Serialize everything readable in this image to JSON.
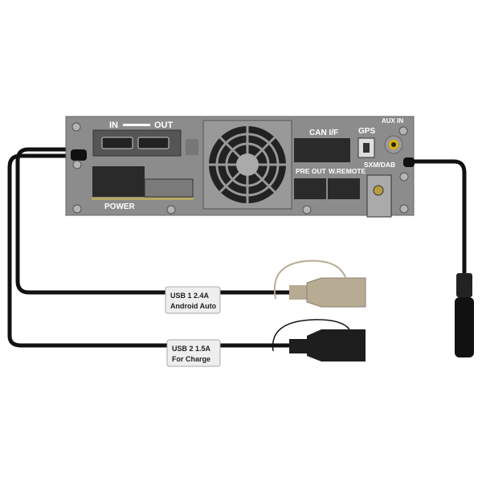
{
  "panel": {
    "hdmi_in": "IN",
    "hdmi_out": "OUT",
    "power": "POWER",
    "can": "CAN I/F",
    "gps": "GPS",
    "aux": "AUX IN",
    "sxm": "SXM/DAB",
    "pre_out": "PRE OUT",
    "remote": "W.REMOTE"
  },
  "usb1": {
    "line1": "USB 1    2.4A",
    "line2": "Android Auto",
    "color": "#b8ab93"
  },
  "usb2": {
    "line1": "USB 2  1.5A",
    "line2": "For  Charge",
    "color": "#1e1e1e"
  },
  "colors": {
    "panel": "#8c8c8c",
    "cable": "#111111",
    "aux_ring": "#e0b000"
  }
}
